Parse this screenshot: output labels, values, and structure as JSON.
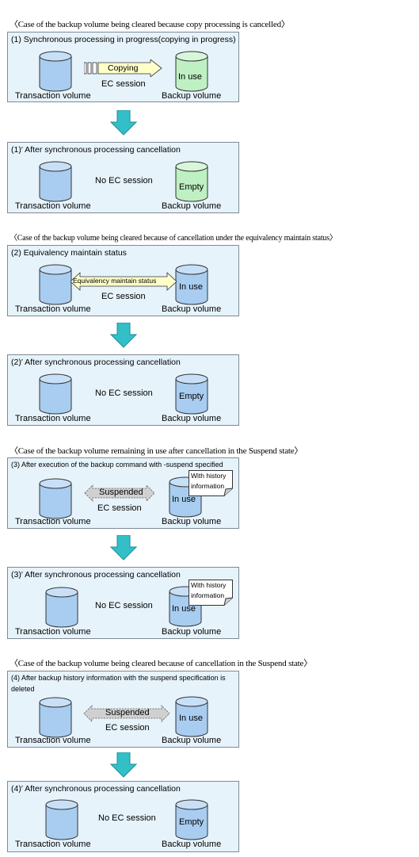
{
  "cases": [
    {
      "heading": "〈Case of the backup volume being cleared because copy processing is cancelled〉",
      "before": {
        "title": "(1)  Synchronous processing in progress(copying in progress)",
        "arrow_label": "Copying",
        "session": "EC session",
        "backup_status": "In use",
        "transaction_label": "Transaction volume",
        "backup_label": "Backup volume"
      },
      "after": {
        "title": "(1)′  After synchronous processing cancellation",
        "session": "No EC session",
        "backup_status": "Empty",
        "transaction_label": "Transaction volume",
        "backup_label": "Backup volume"
      }
    },
    {
      "heading": "〈Case of the backup volume being cleared because of cancellation under the equivalency maintain status〉",
      "before": {
        "title": "(2)  Equivalency maintain status",
        "arrow_label": "Equivalency maintain status",
        "session": "EC session",
        "backup_status": "In use",
        "transaction_label": "Transaction volume",
        "backup_label": "Backup volume"
      },
      "after": {
        "title": "(2)′  After synchronous processing cancellation",
        "session": "No EC session",
        "backup_status": "Empty",
        "transaction_label": "Transaction volume",
        "backup_label": "Backup volume"
      }
    },
    {
      "heading": "〈Case of the backup volume remaining in use after cancellation in the Suspend state〉",
      "before": {
        "title": "(3)  After execution of the backup command with -suspend specified",
        "arrow_label": "Suspended",
        "session": "EC session",
        "backup_status": "In use",
        "note_line1": "With history",
        "note_line2": "information",
        "transaction_label": "Transaction volume",
        "backup_label": "Backup volume"
      },
      "after": {
        "title": "(3)′  After synchronous processing cancellation",
        "session": "No EC session",
        "backup_status": "In use",
        "note_line1": "With history",
        "note_line2": "information",
        "transaction_label": "Transaction volume",
        "backup_label": "Backup volume"
      }
    },
    {
      "heading": "〈Case of the backup volume being cleared because of cancellation in the Suspend state〉",
      "before": {
        "title": "(4)  After backup history information with the suspend specification is deleted",
        "arrow_label": "Suspended",
        "session": "EC session",
        "backup_status": "In use",
        "transaction_label": "Transaction volume",
        "backup_label": "Backup volume"
      },
      "after": {
        "title": "(4)′  After synchronous processing cancellation",
        "session": "No EC session",
        "backup_status": "Empty",
        "transaction_label": "Transaction volume",
        "backup_label": "Backup volume"
      }
    }
  ],
  "colors": {
    "panel_bg": "#e6f3fb",
    "cylinder_blue": "#a9cdf0",
    "cylinder_green": "#bff0c3",
    "copy_arrow": "#ffffc8",
    "suspended_arrow": "#d0d0d0",
    "down_arrow": "#33bfc8"
  }
}
